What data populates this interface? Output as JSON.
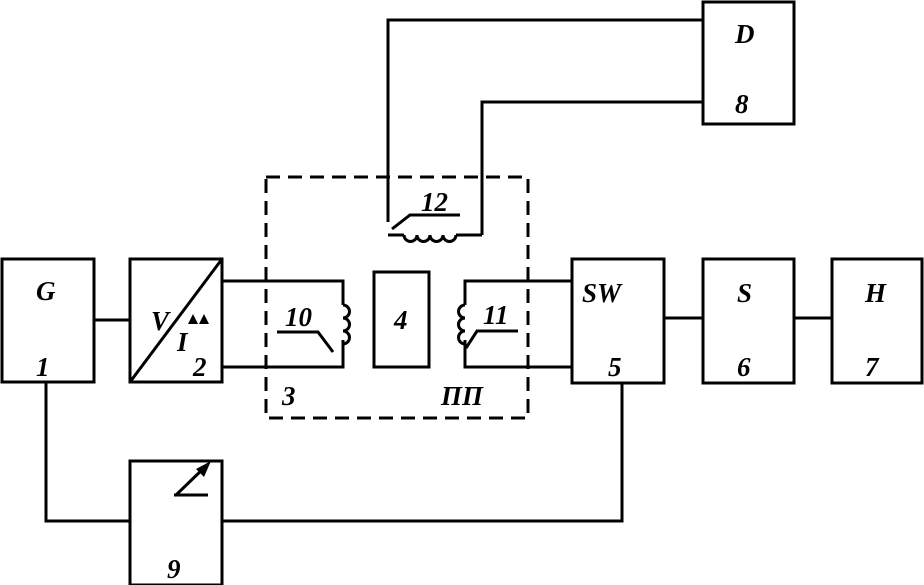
{
  "blocks": [
    {
      "id": "G",
      "letter": "G",
      "number": "1"
    },
    {
      "id": "VI",
      "letter_v": "V",
      "letter_i": "I",
      "number": "2"
    },
    {
      "id": "SW",
      "letter": "SW",
      "number": "5"
    },
    {
      "id": "S",
      "letter": "S",
      "number": "6"
    },
    {
      "id": "H",
      "letter": "H",
      "number": "7"
    },
    {
      "id": "D",
      "letter": "D",
      "number": "8"
    },
    {
      "id": "reg",
      "number": "9"
    }
  ],
  "probe": {
    "unit_number": "3",
    "unit_name": "ПП",
    "sample_number": "4",
    "coil_left": "10",
    "coil_right": "11",
    "coil_top": "12"
  }
}
